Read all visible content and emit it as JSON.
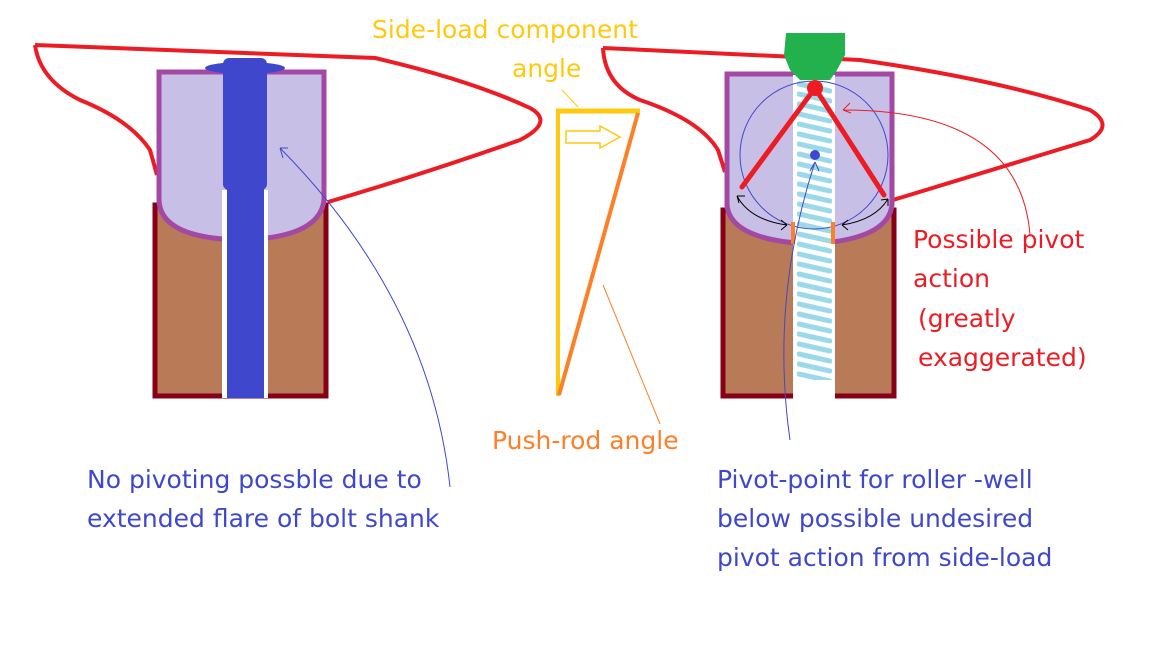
{
  "colors": {
    "outline_red": "#ed1c24",
    "housing_purple": "#a349a4",
    "housing_fill": "#c8bfe7",
    "block_brown": "#b97a57",
    "block_outline": "#880015",
    "bolt_blue": "#3f48cc",
    "yellow": "#ffc90e",
    "orange": "#ff7f27",
    "cap_green": "#22b14c",
    "hatch_blue": "#99d9ea"
  },
  "labels": {
    "side_load": [
      "Side-load component",
      "angle"
    ],
    "push_rod": "Push-rod angle",
    "no_pivot": [
      "No pivoting possble due to",
      "extended flare of bolt shank"
    ],
    "pivot_point": [
      "Pivot-point for roller -well",
      "below possible undesired",
      "pivot action from side-load"
    ],
    "possible_pivot": [
      "Possible pivot",
      "action",
      "(greatly",
      "exaggerated)"
    ]
  }
}
